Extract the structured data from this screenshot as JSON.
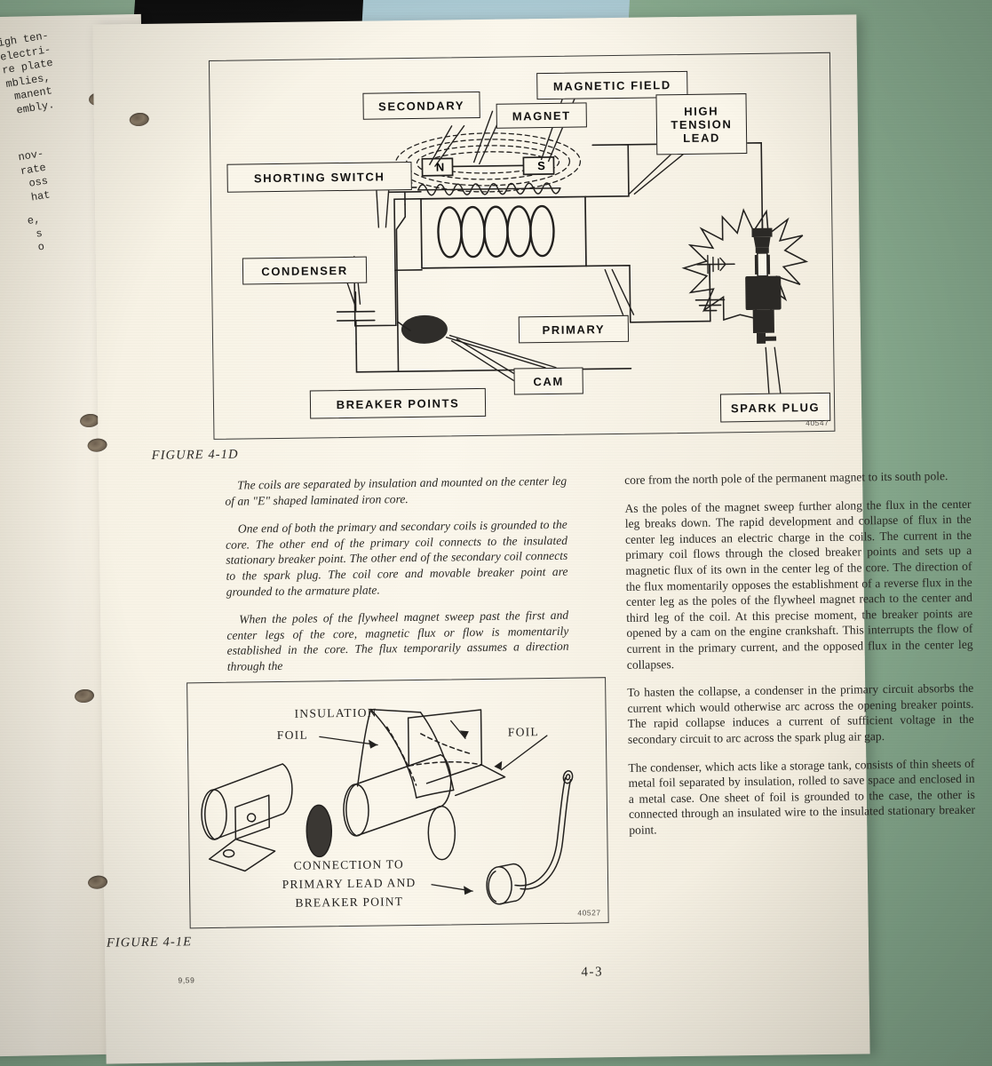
{
  "document": {
    "page_number": "4-3",
    "date_code": "9,59"
  },
  "left_page_fragment": {
    "line_block_1": "igh ten-\nelectri-\nre plate\nmblies,\nmanent\nembly.",
    "line_block_2": "nov-\nrate\noss\nhat",
    "line_block_3": "e,\ns\no"
  },
  "figure_1d": {
    "caption": "FIGURE 4-1D",
    "art_number": "40547",
    "callouts": [
      {
        "id": "secondary",
        "label": "SECONDARY"
      },
      {
        "id": "magnetic-field",
        "label": "MAGNETIC FIELD"
      },
      {
        "id": "magnet",
        "label": "MAGNET"
      },
      {
        "id": "high-tension-lead",
        "label": "HIGH\nTENSION\nLEAD"
      },
      {
        "id": "shorting-switch",
        "label": "SHORTING SWITCH"
      },
      {
        "id": "condenser",
        "label": "CONDENSER"
      },
      {
        "id": "primary",
        "label": "PRIMARY"
      },
      {
        "id": "cam",
        "label": "CAM"
      },
      {
        "id": "breaker-points",
        "label": "BREAKER POINTS"
      },
      {
        "id": "spark-plug",
        "label": "SPARK PLUG"
      }
    ],
    "pole_north": "N",
    "pole_south": "S"
  },
  "figure_1e": {
    "caption": "FIGURE 4-1E",
    "art_number": "40527",
    "labels": {
      "insulation": "INSULATION",
      "foil_left": "FOIL",
      "foil_right": "FOIL",
      "connection": "CONNECTION TO\nPRIMARY LEAD AND\nBREAKER POINT"
    }
  },
  "body": {
    "left_column": [
      "The coils are separated by insulation and mounted on the center leg of an \"E\" shaped laminated iron core.",
      "One end of both the primary and secondary coils is grounded to the core. The other end of the primary coil connects to the insulated stationary breaker point. The other end of the secondary coil connects to the spark plug. The coil core and movable breaker point are grounded to the armature plate.",
      "When the poles of the flywheel magnet sweep past the first and center legs of the core, magnetic flux or flow is momentarily established in the core. The flux temporarily assumes a direction through the"
    ],
    "right_column": [
      "core from the north pole of the permanent magnet to its south pole.",
      "As the poles of the magnet sweep further along the flux in the center leg breaks down. The rapid development and collapse of flux in the center leg induces an electric charge in the coils. The current in the primary coil flows through the closed breaker points and sets up a magnetic flux of its own in the center leg of the core. The direction of the flux momentarily opposes the establishment of a reverse flux in the center leg as the poles of the flywheel magnet reach to the center and third leg of the coil. At this precise moment, the breaker points are opened by a cam on the engine crankshaft. This interrupts the flow of current in the primary current, and the opposed flux in the center leg collapses.",
      "To hasten the collapse, a condenser in the primary circuit absorbs the current which would otherwise arc across the opening breaker points. The rapid collapse induces a current of sufficient voltage in the secondary circuit to arc across the spark plug air gap.",
      "The condenser, which acts like a storage tank, consists of thin sheets of metal foil separated by insulation, rolled to save space and enclosed in a metal case. One sheet of foil is grounded to the case, the other is connected through an insulated wire to the insulated stationary breaker point."
    ]
  },
  "colors": {
    "background_green": "#87a98d",
    "paper": "#f6f1e3",
    "ink": "#23211f"
  }
}
